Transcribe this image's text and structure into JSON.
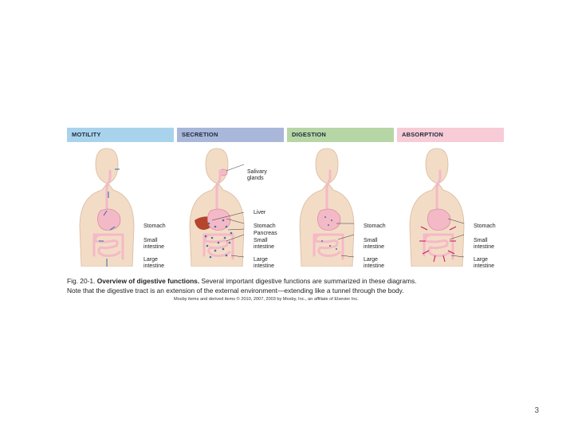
{
  "panels": [
    {
      "title": "MOTILITY",
      "color": "#a9d3ec"
    },
    {
      "title": "SECRETION",
      "color": "#a8b7da"
    },
    {
      "title": "DIGESTION",
      "color": "#b7d6a6"
    },
    {
      "title": "ABSORPTION",
      "color": "#f7ccd6"
    }
  ],
  "labels": {
    "stomach": "Stomach",
    "small_intestine": [
      "Small",
      "intestine"
    ],
    "large_intestine": [
      "Large",
      "intestine"
    ],
    "salivary_glands": [
      "Salivary",
      "glands"
    ],
    "liver": "Liver",
    "pancreas": "Pancreas"
  },
  "caption": {
    "fig_number": "Fig. 20-1.",
    "fig_title": "Overview of digestive functions.",
    "line1_rest": "Several important digestive functions are summarized in these diagrams.",
    "line2": "Note that the digestive tract is an extension of the external environment—extending like a tunnel through the body."
  },
  "credit": "Mosby items and derived items © 2010, 2007, 2003 by Mosby, Inc., an affiliate of Elsevier Inc.",
  "page_number": "3",
  "colors": {
    "skin": "#f3dcc6",
    "skin_edge": "#d9b99c",
    "tract": "#f4b9c7",
    "tract_edge": "#d98fa3",
    "liver": "#b5452c",
    "arrow_blue": "#2b6cb0",
    "arrow_pink": "#c2185b"
  }
}
